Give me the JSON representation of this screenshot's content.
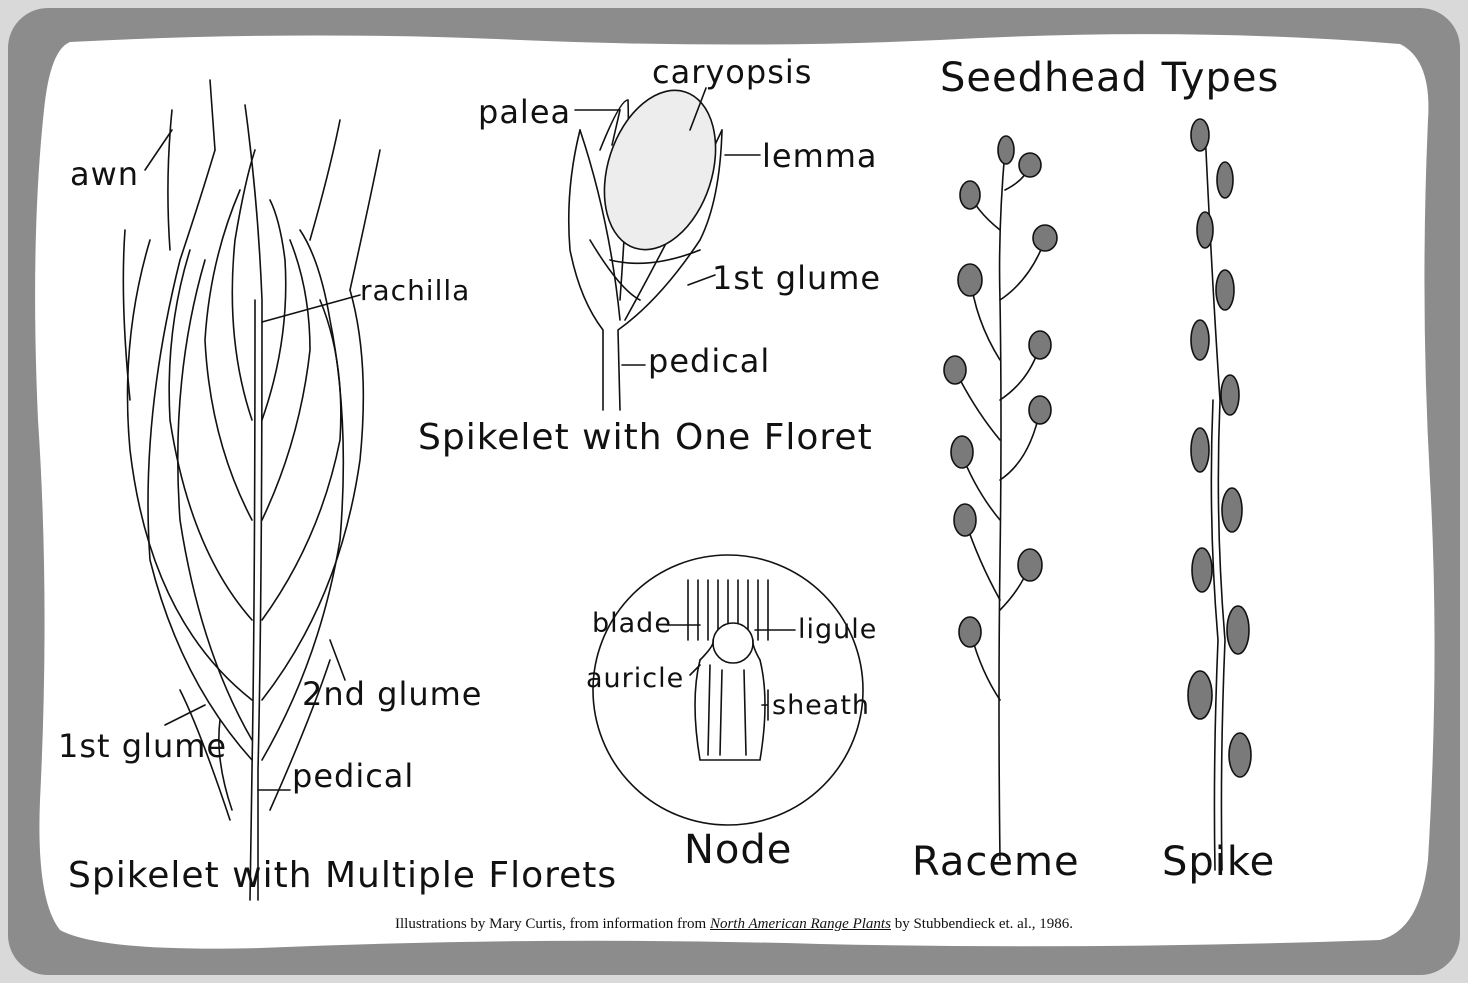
{
  "colors": {
    "paper": "#ffffff",
    "border": "#8c8c8c",
    "ink": "#111111",
    "shade": "#7a7a7a"
  },
  "multiple": {
    "awn": "awn",
    "rachilla": "rachilla",
    "glume2": "2nd glume",
    "glume1": "1st glume",
    "pedical": "pedical",
    "caption": "Spikelet with Multiple Florets"
  },
  "one": {
    "caryopsis": "caryopsis",
    "palea": "palea",
    "lemma": "lemma",
    "glume1": "1st glume",
    "pedical": "pedical",
    "caption": "Spikelet with One Floret"
  },
  "node": {
    "blade": "blade",
    "ligule": "ligule",
    "auricle": "auricle",
    "sheath": "sheath",
    "caption": "Node"
  },
  "seedhead": {
    "title": "Seedhead Types",
    "raceme": "Raceme",
    "spike": "Spike"
  },
  "credit": {
    "prefix": "Illustrations by Mary Curtis, from information from ",
    "book": "North American Range Plants",
    "suffix": " by Stubbendieck et. al., 1986."
  }
}
